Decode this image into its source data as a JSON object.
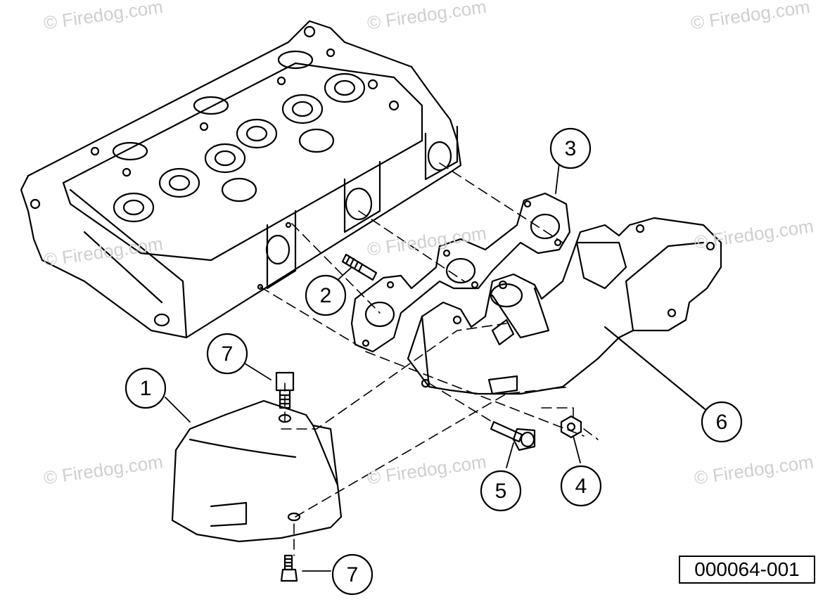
{
  "watermark": {
    "text": "© Firedog.com"
  },
  "figure_id": "000064-001",
  "callouts": [
    {
      "id": "c1",
      "label": "1"
    },
    {
      "id": "c2",
      "label": "2"
    },
    {
      "id": "c3",
      "label": "3"
    },
    {
      "id": "c4",
      "label": "4"
    },
    {
      "id": "c5",
      "label": "5"
    },
    {
      "id": "c6",
      "label": "6"
    },
    {
      "id": "c7a",
      "label": "7"
    },
    {
      "id": "c7b",
      "label": "7"
    }
  ],
  "colors": {
    "line": "#000000",
    "watermark": "#cfcfcf",
    "background": "#ffffff"
  }
}
